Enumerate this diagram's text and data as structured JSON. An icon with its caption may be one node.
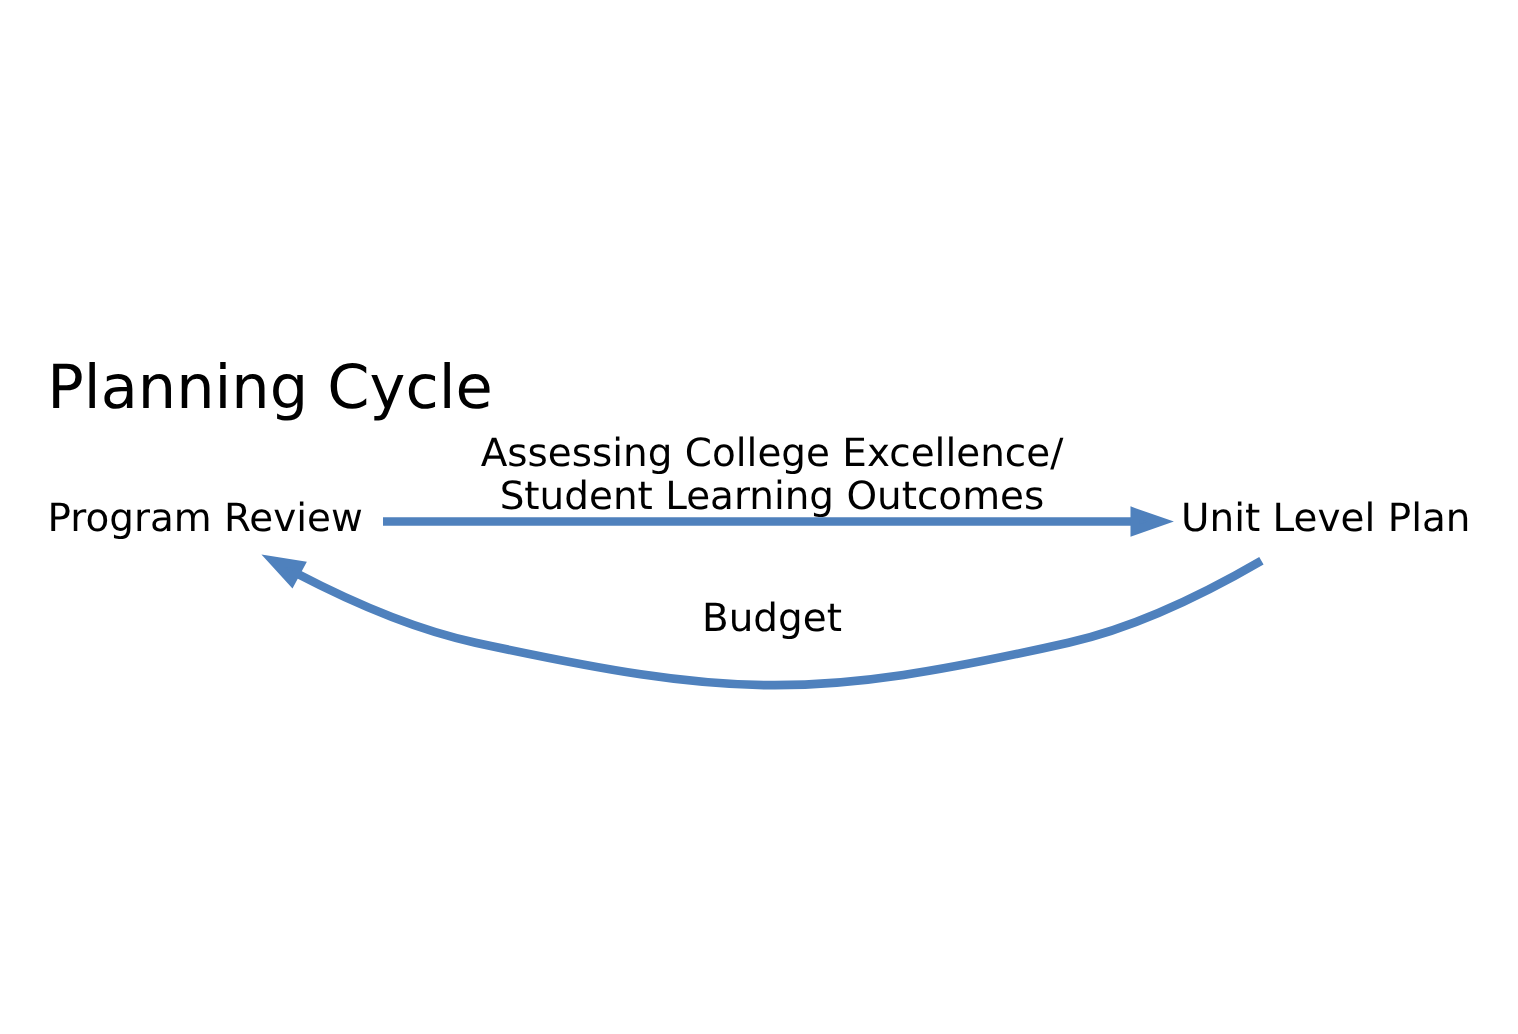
{
  "diagram": {
    "title": "Planning Cycle",
    "nodes": [
      {
        "text": [
          "Program Review"
        ]
      },
      {
        "text": [
          "Unit Level Plan"
        ]
      }
    ],
    "edges": [
      {
        "from": 0,
        "to": 1,
        "arrow": "to",
        "label": "Assessing College Excellence/ Student Learning Outcomes",
        "color": "#4f81bd"
      },
      {
        "from": 1,
        "to": 0,
        "arrow": "to",
        "label": "Budget",
        "color": "#4f81bd"
      }
    ]
  }
}
